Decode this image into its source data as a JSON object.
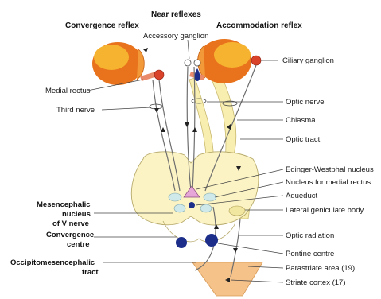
{
  "titles": {
    "main": "Near reflexes",
    "left": "Convergence reflex",
    "right": "Accommodation reflex"
  },
  "labels": {
    "accessory_ganglion": "Accessory ganglion",
    "ciliary_ganglion": "Ciliary ganglion",
    "medial_rectus": "Medial rectus",
    "third_nerve": "Third nerve",
    "optic_nerve": "Optic nerve",
    "chiasma": "Chiasma",
    "optic_tract": "Optic tract",
    "edinger_westphal": "Edinger-Westphal nucleus",
    "nucleus_medial_rectus": "Nucleus for medial rectus",
    "aqueduct": "Aqueduct",
    "lateral_geniculate": "Lateral geniculate body",
    "mesencephalic_1": "Mesencephalic",
    "mesencephalic_2": "nucleus",
    "mesencephalic_3": "of V nerve",
    "convergence_1": "Convergence",
    "convergence_2": "centre",
    "optic_radiation": "Optic radiation",
    "pontine_centre": "Pontine centre",
    "occipito_1": "Occipitomesencephalic",
    "occipito_2": "tract",
    "parastriate": "Parastriate area (19)",
    "striate": "Striate cortex (17)"
  },
  "colors": {
    "eyeball": "#e8731c",
    "eyeball_highlight": "#f6b330",
    "brainstem": "#fbf3c4",
    "brainstem_outline": "#b7aa6b",
    "optic_path": "#f7eeb0",
    "ganglion": "#d9432a",
    "nucleus_pink": "#e6a6d8",
    "nucleus_blue": "#cfe8ea",
    "pontine": "#1c2e8a",
    "cortex": "#f5c28a"
  }
}
